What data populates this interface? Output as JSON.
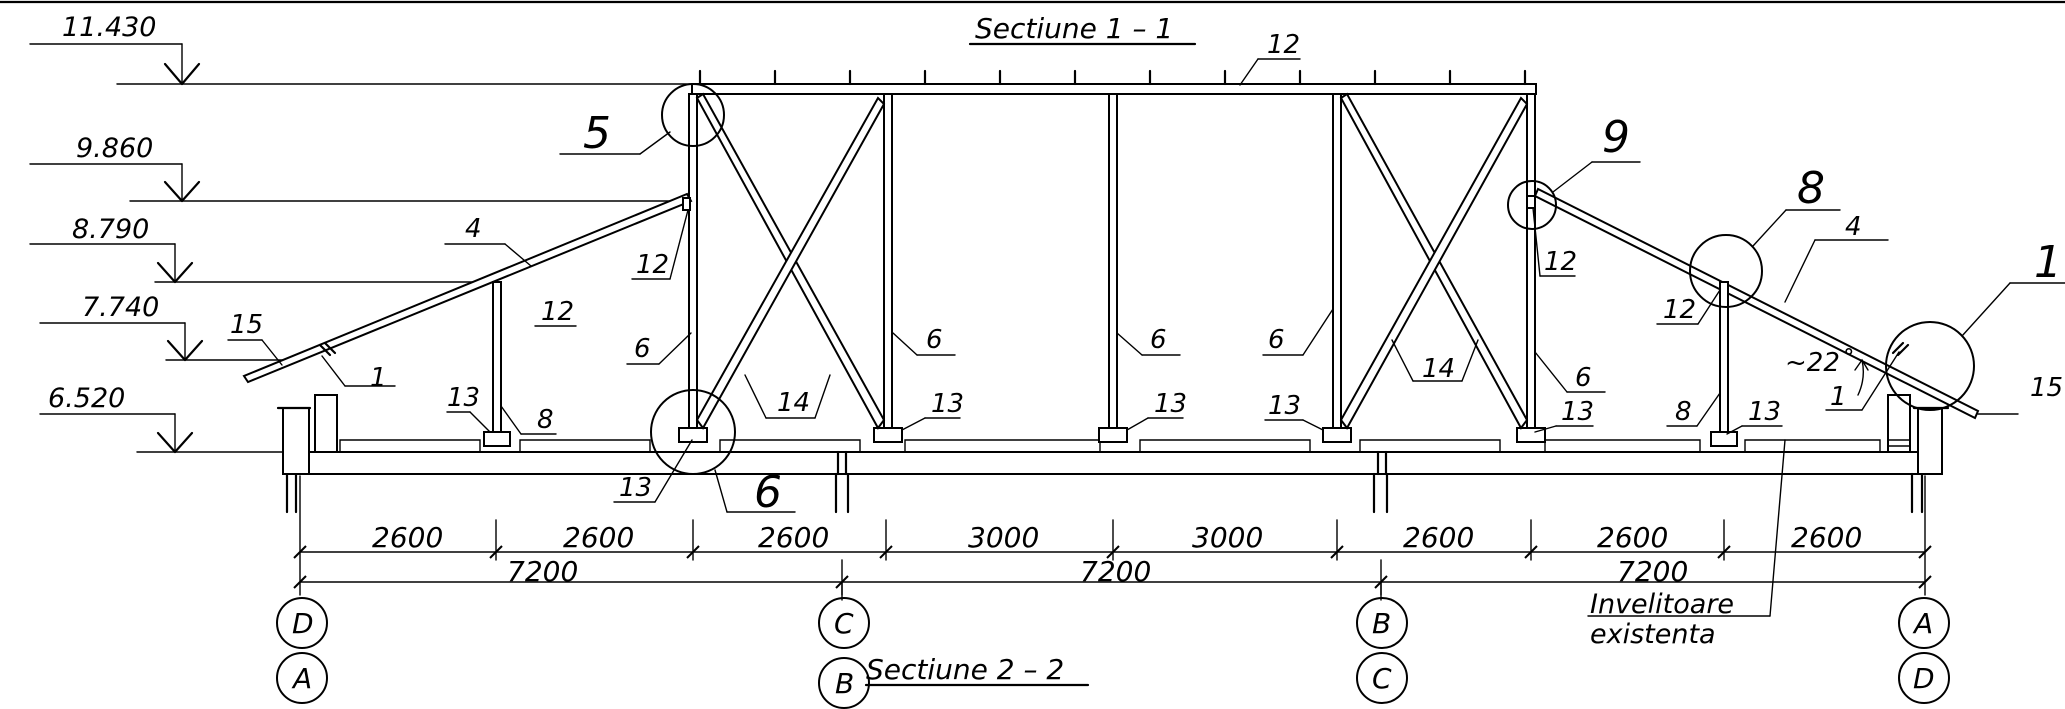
{
  "title_main": "Sectiune 1 – 1",
  "title_secondary": "Sectiune 2 – 2",
  "elevations": [
    "11.430",
    "9.860",
    "8.790",
    "7.740",
    "6.520"
  ],
  "detail_marks": {
    "d5": "5",
    "d6": "6",
    "d8": "8",
    "d9": "9",
    "d1": "1"
  },
  "members": {
    "ridge_12": "12",
    "left_rafter_4": "4",
    "left_brace_12a": "12",
    "left_brace_12b": "12",
    "left_purlin_15": "15",
    "left_1": "1",
    "left_13a": "13",
    "left_8": "8",
    "left_6": "6",
    "left_14": "14",
    "left_13_bottom": "13",
    "mid_6a": "6",
    "mid_13a": "13",
    "mid_6b": "6",
    "mid_13b": "13",
    "right_6a": "6",
    "right_13a": "13",
    "right_14": "14",
    "right_6b": "6",
    "right_13b": "13",
    "right_12a": "12",
    "right_4": "4",
    "right_12b": "12",
    "right_8": "8",
    "right_13c": "13",
    "right_1": "1",
    "right_15": "15"
  },
  "slope_label": "~22˚",
  "dims_row1": [
    "2600",
    "2600",
    "2600",
    "3000",
    "3000",
    "2600",
    "2600",
    "2600"
  ],
  "dims_row2": [
    "7200",
    "7200",
    "7200"
  ],
  "axes_top": [
    "D",
    "C",
    "B",
    "A"
  ],
  "axes_bottom": [
    "A",
    "B",
    "C",
    "D"
  ],
  "note_line1": "Invelitoare",
  "note_line2": "existenta"
}
